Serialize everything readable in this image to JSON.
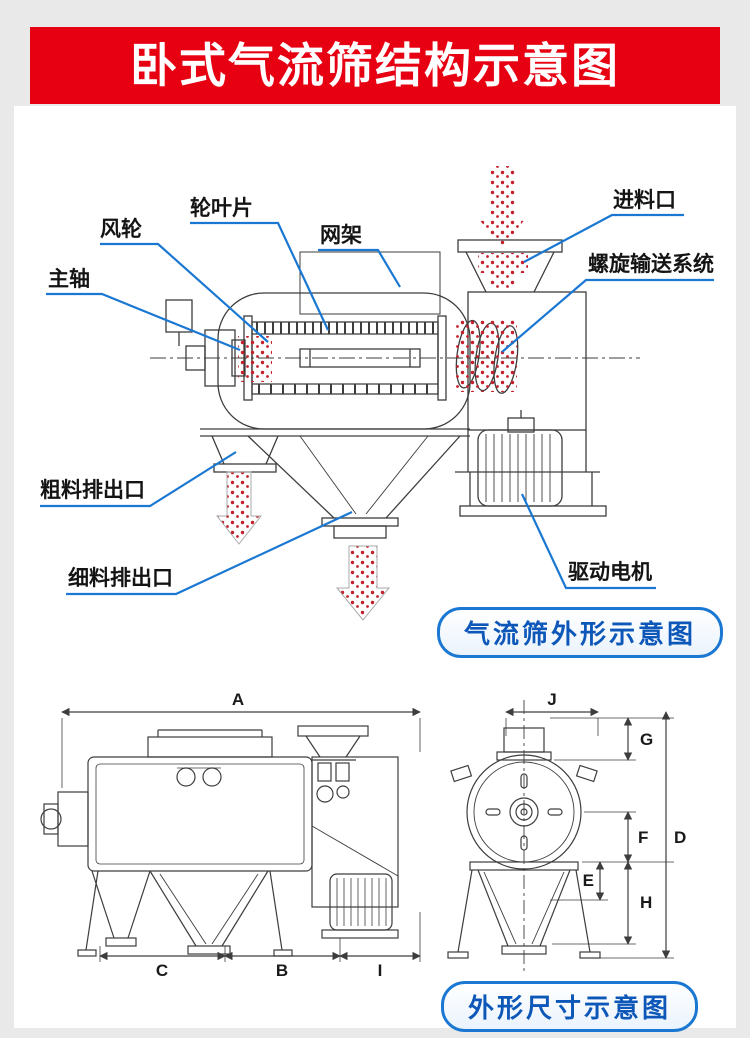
{
  "banner": {
    "title": "卧式气流筛结构示意图"
  },
  "structure": {
    "labels": {
      "wheel_blade": "轮叶片",
      "wind_wheel": "风轮",
      "mesh_frame": "网架",
      "feed_inlet": "进料口",
      "main_shaft": "主轴",
      "spiral_conveyor": "螺旋输送系统",
      "coarse_outlet": "粗料排出口",
      "fine_outlet": "细料排出口",
      "drive_motor": "驱动电机"
    },
    "badge": "气流筛外形示意图"
  },
  "dimensions": {
    "badge": "外形尺寸示意图",
    "letters": {
      "a": "A",
      "b": "B",
      "c": "C",
      "d": "D",
      "e": "E",
      "f": "F",
      "g": "G",
      "h": "H",
      "i": "I",
      "j": "J"
    }
  },
  "colors": {
    "banner_red": "#e60012",
    "accent_blue": "#1a78d2",
    "particle_red": "#c2202c",
    "line_gray": "#3d3d3d"
  }
}
